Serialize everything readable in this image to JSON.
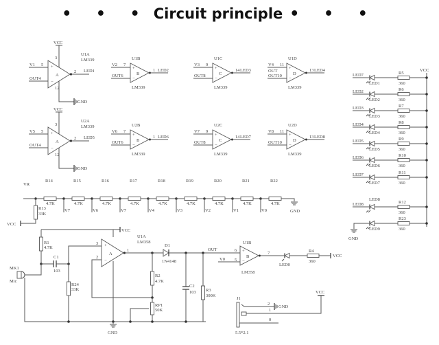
{
  "header": {
    "title": "Circuit principle",
    "left_dots": "• • •",
    "right_dots": "• • •"
  },
  "comparators": [
    {
      "ref": "U1A",
      "part": "LM339",
      "letter": "A",
      "in_plus": "V1",
      "pin_plus": "5",
      "in_minus": "OUT4",
      "pin_out": "2",
      "out": "LED1",
      "power_pin": "3",
      "gnd_pin": "12"
    },
    {
      "ref": "U1B",
      "part": "LM339",
      "letter": "B",
      "in_plus": "V2",
      "pin_plus": "7",
      "in_minus": "OUT6",
      "pin_out": "1",
      "out": "LED2"
    },
    {
      "ref": "U1C",
      "part": "LM339",
      "letter": "C",
      "in_plus": "V3",
      "pin_plus": "9",
      "in_minus": "OUT8",
      "pin_out": "14",
      "out": "LED3"
    },
    {
      "ref": "U1D",
      "part": "LM339",
      "letter": "D",
      "in_plus": "V4",
      "pin_plus": "11",
      "in_minus": "OUT10",
      "pin_out": "13",
      "out": "LED4",
      "extra": "OUT"
    },
    {
      "ref": "U2A",
      "part": "LM339",
      "letter": "A",
      "in_plus": "V5",
      "pin_plus": "5",
      "in_minus": "OUT4",
      "pin_out": "2",
      "out": "LED5",
      "power_pin": "3",
      "gnd_pin": "12"
    },
    {
      "ref": "U2B",
      "part": "LM339",
      "letter": "B",
      "in_plus": "V6",
      "pin_plus": "7",
      "in_minus": "OUT6",
      "pin_out": "1",
      "out": "LED6"
    },
    {
      "ref": "U2C",
      "part": "LM339",
      "letter": "C",
      "in_plus": "V7",
      "pin_plus": "9",
      "in_minus": "OUT8",
      "pin_out": "14",
      "out": "LED7"
    },
    {
      "ref": "U2D",
      "part": "LM339",
      "letter": "D",
      "in_plus": "V8",
      "pin_plus": "11",
      "in_minus": "OUT10",
      "pin_out": "13",
      "out": "LED8"
    }
  ],
  "power_labels": {
    "vcc": "VCC",
    "gnd": "GND"
  },
  "divider": {
    "top_label": "VR",
    "resistors": [
      {
        "ref": "R14",
        "value": "4.7K"
      },
      {
        "ref": "R15",
        "value": "4.7K"
      },
      {
        "ref": "R16",
        "value": "4.7K"
      },
      {
        "ref": "R17",
        "value": "4.7K"
      },
      {
        "ref": "R18",
        "value": "4.7K"
      },
      {
        "ref": "R19",
        "value": "4.7K"
      },
      {
        "ref": "R20",
        "value": "4.7K"
      },
      {
        "ref": "R21",
        "value": "4.7K"
      },
      {
        "ref": "R22",
        "value": "4.7K"
      }
    ],
    "taps": [
      "V7",
      "V6",
      "V7",
      "V4",
      "V3",
      "V2",
      "V1",
      "V0"
    ],
    "series": {
      "ref": "R13",
      "value": "33K"
    },
    "vcc": "VCC",
    "gnd": "GND"
  },
  "led_bank": {
    "vcc": "VCC",
    "rows": [
      {
        "net": "LED7",
        "led": "LED1",
        "res": "R5",
        "value": "360"
      },
      {
        "net": "LED2",
        "led": "LED2",
        "res": "R6",
        "value": "360"
      },
      {
        "net": "LED3",
        "led": "LED3",
        "res": "R7",
        "value": "360"
      },
      {
        "net": "LED4",
        "led": "LED4",
        "res": "R8",
        "value": "360"
      },
      {
        "net": "LED5",
        "led": "LED5",
        "res": "R9",
        "value": "360"
      },
      {
        "net": "LED6",
        "led": "LED6",
        "res": "R10",
        "value": "360"
      },
      {
        "net": "LED7",
        "led": "LED7",
        "res": "R11",
        "value": "360"
      },
      {
        "net": "LED8",
        "led": "LED8",
        "res": "R12",
        "value": "360"
      },
      {
        "net": "",
        "led": "LED9",
        "res": "R23",
        "value": "360"
      }
    ],
    "gnd": "GND"
  },
  "amplifier": {
    "mic": {
      "ref": "MK1",
      "type": "Mic"
    },
    "r1": {
      "ref": "R1",
      "value": "4.7K"
    },
    "c1": {
      "ref": "C1",
      "value": "103"
    },
    "r24": {
      "ref": "R24",
      "value": "33K"
    },
    "opamp": {
      "ref": "U1A",
      "part": "LM358",
      "letter": "A",
      "pin_plus": "3",
      "pin_minus": "2",
      "pin_out": "1",
      "vcc": "VCC"
    },
    "r2": {
      "ref": "R2",
      "value": "4.7K"
    },
    "rp1": {
      "ref": "RP1",
      "value": "50K"
    },
    "d1": {
      "ref": "D1",
      "value": "1N4148"
    },
    "c2": {
      "ref": "C2",
      "value": "103"
    },
    "r3": {
      "ref": "R3",
      "value": "300K"
    },
    "out_net": "OUT",
    "gnd": "GND"
  },
  "output_stage": {
    "ref": "U1B",
    "part": "LM358",
    "letter": "B",
    "in_minus": "OUT",
    "pin_minus": "6",
    "in_plus": "V0",
    "pin_plus": "5",
    "pin_out": "7",
    "led": "LED0",
    "r4": {
      "ref": "R4",
      "value": "360"
    },
    "vcc": "VCC"
  },
  "power_jack": {
    "ref": "J1",
    "size": "5.5*2.1",
    "pins": [
      "2",
      "1",
      "0"
    ],
    "gnd": "GND",
    "vcc": "VCC"
  }
}
